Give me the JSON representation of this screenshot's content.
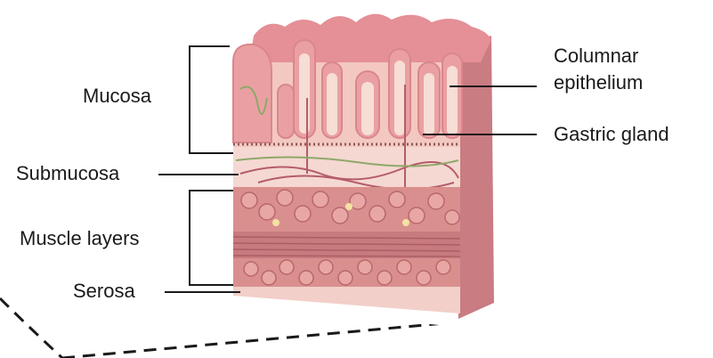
{
  "labels": {
    "mucosa": "Mucosa",
    "submucosa": "Submucosa",
    "muscle_layers": "Muscle layers",
    "serosa": "Serosa",
    "columnar_line1": "Columnar",
    "columnar_line2": "epithelium",
    "gastric_gland": "Gastric gland"
  },
  "colors": {
    "mucosa": "#f3c8c0",
    "villus": "#e98f96",
    "villus_core": "#f6ddd6",
    "submucosa": "#f5d8d2",
    "muscle": "#d98f8e",
    "muscle_dark": "#b9676c",
    "serosa": "#f2cfc8",
    "fat": "#f3e3a2",
    "vessel": "#b45c6a",
    "nerve": "#8fa86a"
  }
}
